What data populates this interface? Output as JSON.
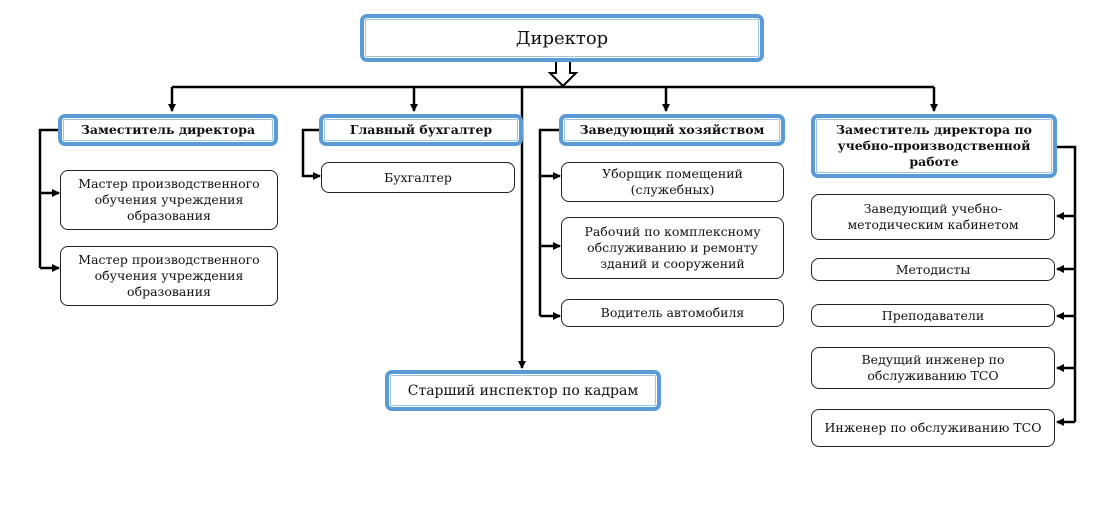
{
  "diagram": {
    "type": "org-chart",
    "colors": {
      "head_border": "#5b9bd5",
      "line": "#000000",
      "sub_border": "#222222"
    },
    "root": {
      "label": "Директор"
    },
    "departments": [
      {
        "label": "Заместитель директора",
        "children": [
          "Мастер производственного обучения учреждения образования",
          "Мастер производственного обучения учреждения образования"
        ]
      },
      {
        "label": "Главный бухгалтер",
        "children": [
          "Бухгалтер"
        ]
      },
      {
        "label": "Заведующий хозяйством",
        "children": [
          "Уборщик помещений (служебных)",
          "Рабочий по комплексному обслуживанию и ремонту зданий и сооружений",
          "Водитель автомобиля"
        ]
      },
      {
        "label": "Заместитель директора по учебно-производственной работе",
        "children": [
          "Заведующий учебно-методическим кабинетом",
          "Методисты",
          "Преподаватели",
          "Ведущий инженер по обслуживанию ТСО",
          "Инженер по обслуживанию ТСО"
        ]
      }
    ],
    "direct_report": {
      "label": "Старший инспектор по кадрам"
    }
  }
}
